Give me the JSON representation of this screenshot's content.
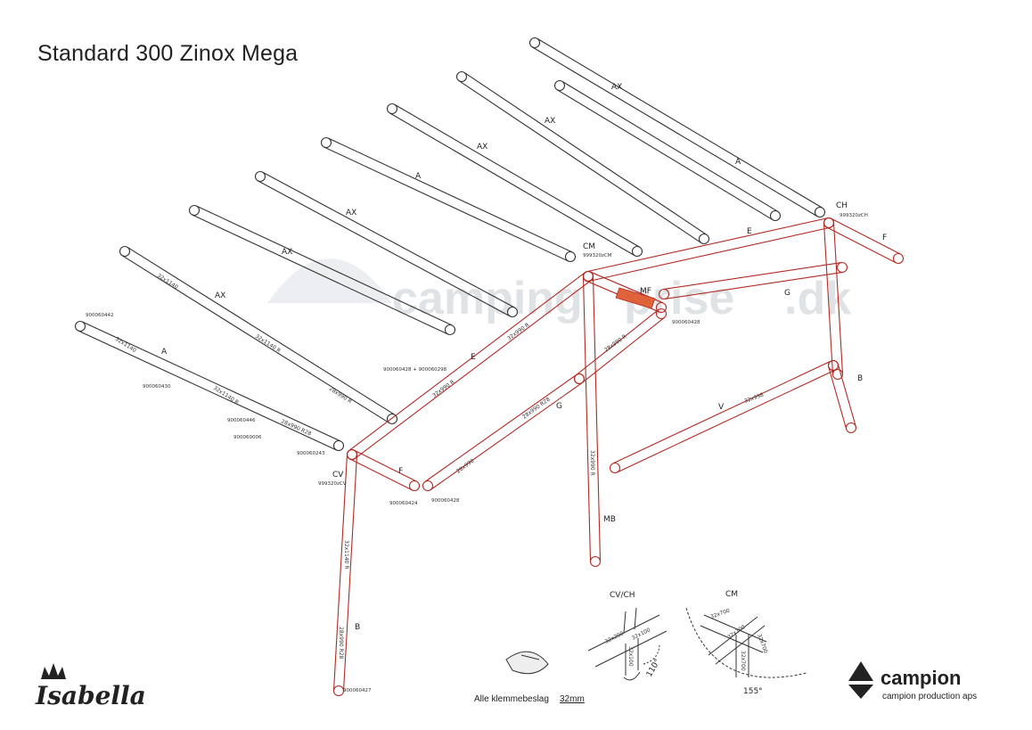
{
  "title": "Standard 300 Zinox Mega",
  "colors": {
    "frame": "#b22a22",
    "rafter": "#333333",
    "highlight": "#e0623a",
    "watermark": "#c8cdd2"
  },
  "watermark": {
    "left": "camping",
    "right": "prise",
    "suffix": ".dk"
  },
  "labels": {
    "ax1": "AX",
    "ax2": "AX",
    "ax3": "AX",
    "ax4": "AX",
    "ax5": "AX",
    "ax6": "AX",
    "a1": "A",
    "a2": "A",
    "a3": "A",
    "e1": "E",
    "e2": "E",
    "f1": "F",
    "f2": "F",
    "g1": "G",
    "g2": "G",
    "cm": "CM",
    "ch": "CH",
    "cv": "CV",
    "mf": "MF",
    "mb": "MB",
    "v": "V",
    "b1": "B",
    "b2": "B"
  },
  "codes": {
    "c1": "900060442",
    "c2": "900060430",
    "c3": "900060446",
    "c4": "900060006",
    "c5": "900060243",
    "c6": "900060428 + 900060298",
    "c7": "900060424",
    "c8": "900060428",
    "c9": "900060428",
    "c10": "900060427",
    "cm_code": "999320zCM",
    "ch_code": "999320zCH",
    "cv_code": "999320zCV"
  },
  "tube_marks": {
    "t1": "32x1140",
    "t2": "32x1140",
    "t3": "32x1140 R",
    "t4": "32x1140 R",
    "t5": "28x990 R28",
    "t6": "28x990 R",
    "t7": "32x990 R",
    "t8": "32x990 R",
    "t9": "28x990",
    "t10": "28x990 R28",
    "t11": "28x990 R",
    "t12": "32x990 R",
    "t13": "32x1140 R",
    "t14": "28x990 R28",
    "t15": "32x998"
  },
  "insets": {
    "cvch_title": "CV/CH",
    "cm_title": "CM",
    "cvch_dims": [
      "32x200",
      "32x100",
      "32x100"
    ],
    "cvch_angle": "110°",
    "cm_dims": [
      "32x700",
      "32x700",
      "32x700",
      "32x700"
    ],
    "cm_angle": "155°"
  },
  "footer": {
    "clamp_note": "Alle klemmebeslag",
    "clamp_size": "32mm",
    "brand": "Isabella",
    "maker": "campion",
    "maker_sub": "campion production aps"
  }
}
